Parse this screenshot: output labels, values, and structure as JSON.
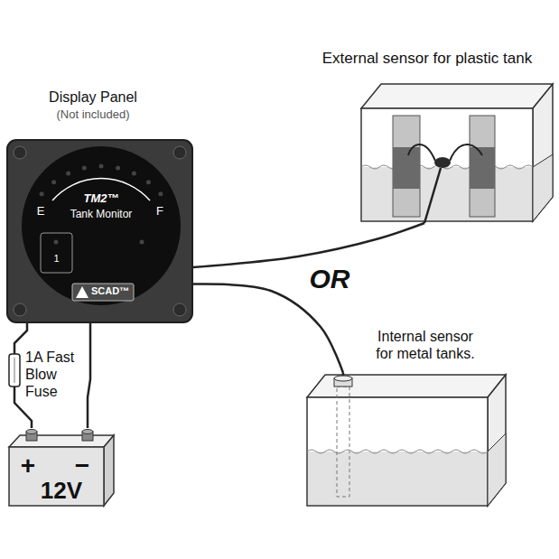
{
  "diagram": {
    "nodes": [
      {
        "text": [
          "Display Panel",
          "(Not included)",
          "E",
          "F",
          "TM2™",
          "Tank Monitor",
          "1",
          "SCAD™"
        ]
      },
      {
        "text": [
          "External sensor for plastic tank"
        ]
      },
      {
        "text": [
          "Internal sensor for metal tanks."
        ]
      },
      {
        "text": [
          "+",
          "−",
          "12V"
        ]
      }
    ],
    "edges": [
      {
        "from": 0,
        "to": 1,
        "arrow": "none"
      },
      {
        "from": 0,
        "to": 2,
        "arrow": "none"
      },
      {
        "from": 0,
        "to": 3,
        "arrow": "none"
      },
      {
        "from": 0,
        "to": 3,
        "arrow": "none"
      }
    ],
    "labels": [
      "1A Fast Blow Fuse",
      "OR"
    ]
  }
}
